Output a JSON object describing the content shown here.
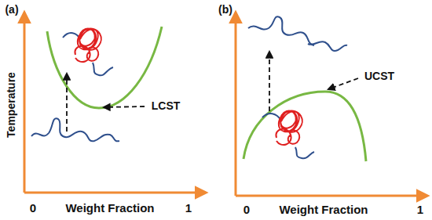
{
  "diagram": {
    "labels": [
      "(a)",
      "(b)",
      "Temperature",
      "LCST",
      "UCST",
      "0",
      "Weight Fraction",
      "1",
      "0",
      "Weight Fraction",
      "1"
    ]
  }
}
